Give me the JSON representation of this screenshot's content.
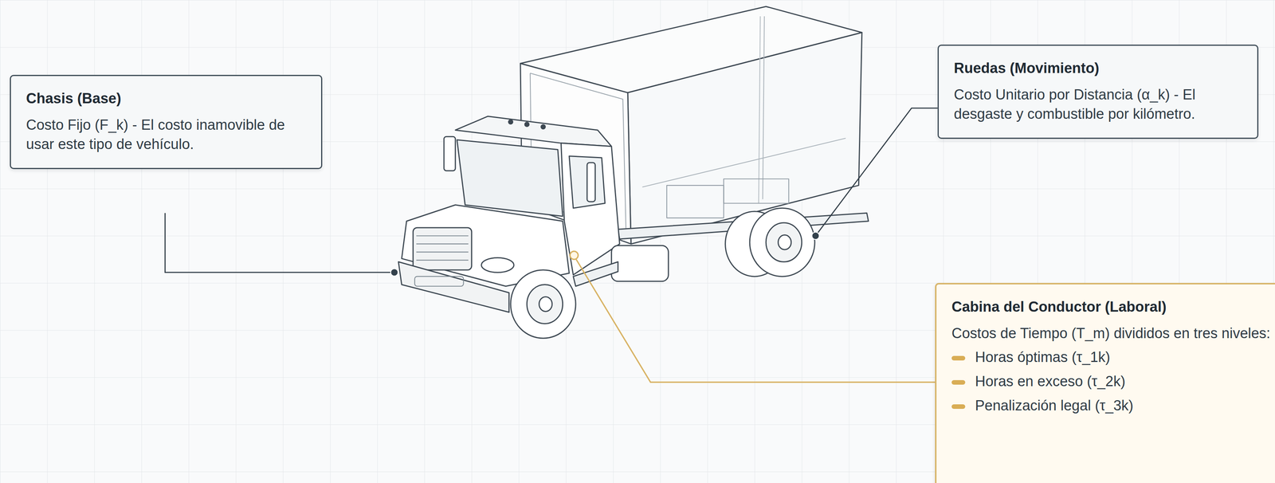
{
  "diagram": {
    "nodes": [
      {
        "text": [
          "Chasis (Base)",
          "Costo Fijo (F_k) - El costo inamovible de usar este tipo de vehículo."
        ]
      },
      {
        "text": [
          "Ruedas (Movimiento)",
          "Costo Unitario por Distancia (α_k) - El desgaste y combustible por kilómetro."
        ]
      },
      {
        "text": [
          "Cabina del Conductor (Laboral)",
          "Costos de Tiempo (T_m) divididos en tres niveles:",
          "Horas óptimas (τ_1k)",
          "Horas en exceso (τ_2k)",
          "Penalización legal (τ_3k)"
        ]
      }
    ]
  }
}
